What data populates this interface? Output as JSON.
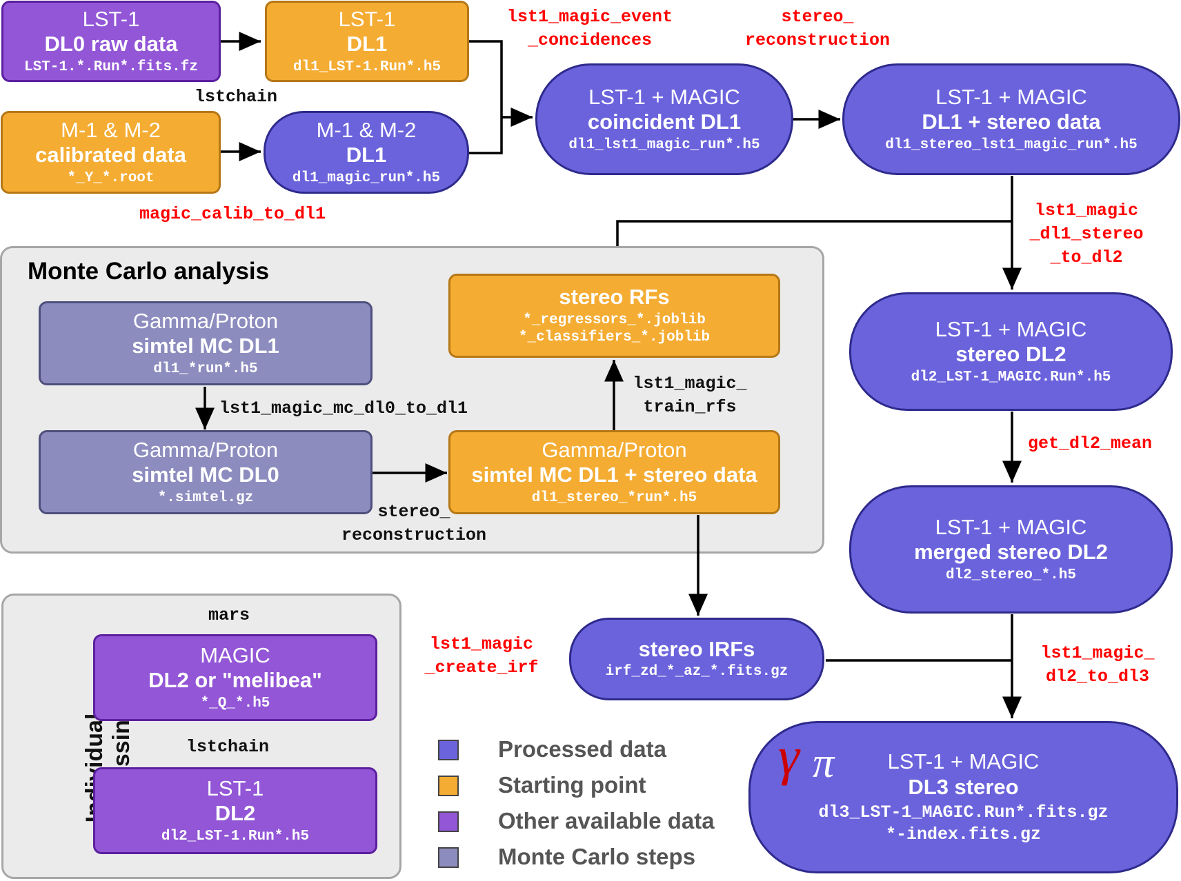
{
  "boxes": {
    "lst_dl0": {
      "line1": "LST-1",
      "line2": "DL0 raw data",
      "file": "LST-1.*.Run*.fits.fz"
    },
    "lst_dl1": {
      "line1": "LST-1",
      "line2": "DL1",
      "file": "dl1_LST-1.Run*.h5"
    },
    "magic_calib": {
      "line1": "M-1 & M-2",
      "line2": "calibrated data",
      "file": "*_Y_*.root"
    },
    "magic_dl1": {
      "line1": "M-1 & M-2",
      "line2": "DL1",
      "file": "dl1_magic_run*.h5"
    },
    "coinc_dl1": {
      "line1": "LST-1 + MAGIC",
      "line2": "coincident DL1",
      "file": "dl1_lst1_magic_run*.h5"
    },
    "stereo_dl1": {
      "line1": "LST-1 + MAGIC",
      "line2": "DL1 + stereo data",
      "file": "dl1_stereo_lst1_magic_run*.h5"
    },
    "stereo_dl2": {
      "line1": "LST-1 + MAGIC",
      "line2": "stereo DL2",
      "file": "dl2_LST-1_MAGIC.Run*.h5"
    },
    "merged_dl2": {
      "line1": "LST-1 + MAGIC",
      "line2": "merged stereo DL2",
      "file": "dl2_stereo_*.h5"
    },
    "dl3": {
      "line1": "LST-1 + MAGIC",
      "line2": "DL3 stereo",
      "file": "dl3_LST-1_MAGIC.Run*.fits.gz",
      "file2": "*-index.fits.gz"
    },
    "irfs": {
      "line2": "stereo IRFs",
      "file": "irf_zd_*_az_*.fits.gz"
    },
    "rfs": {
      "line2": "stereo RFs",
      "file": "*_regressors_*.joblib",
      "file2": "*_classifiers_*.joblib"
    },
    "mc_dl1": {
      "line1": "Gamma/Proton",
      "line2": "simtel MC DL1",
      "file": "dl1_*run*.h5"
    },
    "mc_dl0": {
      "line1": "Gamma/Proton",
      "line2": "simtel MC DL0",
      "file": "*.simtel.gz"
    },
    "mc_stereo": {
      "line1": "Gamma/Proton",
      "line2": "simtel MC DL1 + stereo data",
      "file": "dl1_stereo_*run*.h5"
    },
    "magic_dl2": {
      "line1": "MAGIC",
      "line2": "DL2 or \"melibea\"",
      "file": "*_Q_*.h5"
    },
    "lst_dl2": {
      "line1": "LST-1",
      "line2": "DL2",
      "file": "dl2_LST-1.Run*.h5"
    }
  },
  "commands": {
    "event_coinc": [
      "lst1_magic_event",
      "_concidences"
    ],
    "stereo_reco": [
      "stereo_",
      "reconstruction"
    ],
    "lstchain": "lstchain",
    "calib_to_dl1": "magic_calib_to_dl1",
    "dl1_stereo_to_dl2": [
      "lst1_magic",
      "_dl1_stereo",
      "_to_dl2"
    ],
    "get_dl2_mean": "get_dl2_mean",
    "create_irf": [
      "lst1_magic",
      "_create_irf"
    ],
    "dl2_to_dl3": [
      "lst1_magic_",
      "dl2_to_dl3"
    ],
    "mc_dl0_to_dl1": "lst1_magic_mc_dl0_to_dl1",
    "train_rfs": [
      "lst1_magic_",
      "train_rfs"
    ],
    "mc_stereo_reco": [
      "stereo_",
      "reconstruction"
    ],
    "mars": "mars",
    "lstchain2": "lstchain"
  },
  "panels": {
    "mc_title": "Monte Carlo analysis",
    "indiv_title_1": "Individual",
    "indiv_title_2": "processing"
  },
  "legend": [
    {
      "label": "Processed data",
      "color": "#6b63dc"
    },
    {
      "label": "Starting point",
      "color": "#f4ac33"
    },
    {
      "label": "Other available data",
      "color": "#9256d6"
    },
    {
      "label": "Monte Carlo steps",
      "color": "#8c8cbf"
    }
  ],
  "logo": {
    "gamma": "γ",
    "pi": "π",
    "gamma_color": "#cc0000"
  }
}
